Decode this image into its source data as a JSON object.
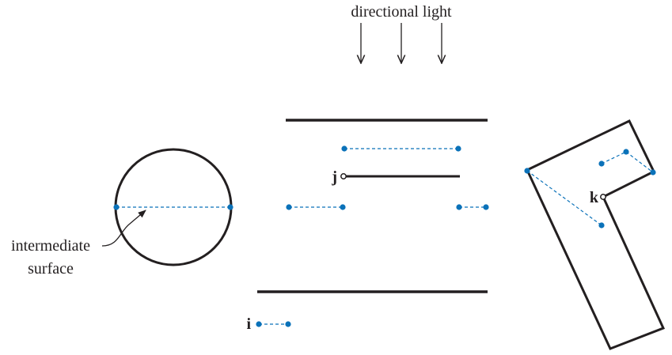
{
  "labels": {
    "light": "directional light",
    "surface_line1": "intermediate",
    "surface_line2": "surface",
    "point_i": "i",
    "point_j": "j",
    "point_k": "k"
  },
  "colors": {
    "dashed_segments": "#0b72b9",
    "outlines": "#231f20"
  }
}
